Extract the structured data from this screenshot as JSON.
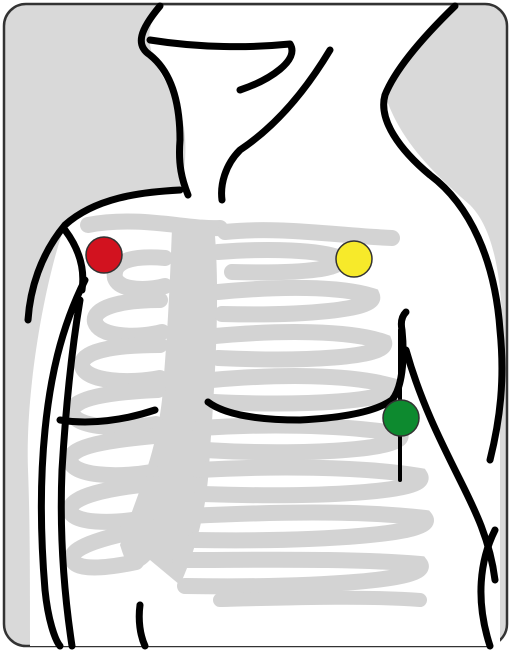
{
  "diagram": {
    "subject": "chest-electrode-placement",
    "colors": {
      "background": "#d9d9d9",
      "body": "#ffffff",
      "outline": "#000000",
      "bone": "#d3d3d3"
    },
    "electrodes": [
      {
        "id": "red",
        "color": "#d2121f",
        "icon": "electrode-dot"
      },
      {
        "id": "yellow",
        "color": "#f7ea2a",
        "icon": "electrode-dot"
      },
      {
        "id": "green",
        "color": "#0d8a2f",
        "icon": "electrode-dot"
      }
    ]
  }
}
